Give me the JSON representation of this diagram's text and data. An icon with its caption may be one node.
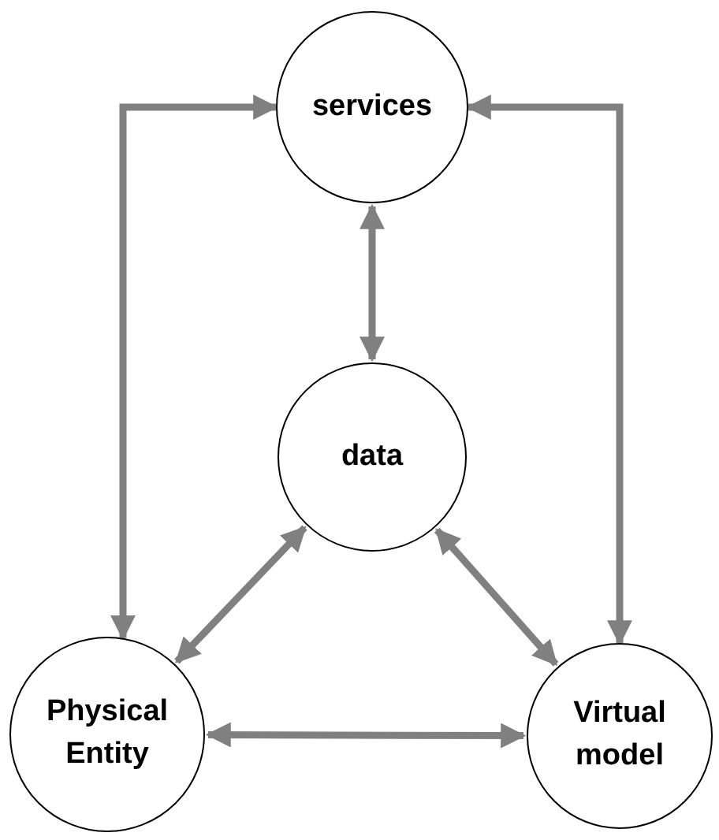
{
  "diagram": {
    "nodes": [
      {
        "text": [
          "services"
        ]
      },
      {
        "text": [
          "data"
        ]
      },
      {
        "text": [
          "Physical Entity"
        ]
      },
      {
        "text": [
          "Virtual model"
        ]
      }
    ],
    "edges": [
      {
        "from": 0,
        "to": 1,
        "arrow": "both"
      },
      {
        "from": 0,
        "to": 2,
        "arrow": "both"
      },
      {
        "from": 0,
        "to": 3,
        "arrow": "both"
      },
      {
        "from": 2,
        "to": 1,
        "arrow": "both"
      },
      {
        "from": 1,
        "to": 3,
        "arrow": "both"
      },
      {
        "from": 2,
        "to": 3,
        "arrow": "both"
      }
    ]
  }
}
